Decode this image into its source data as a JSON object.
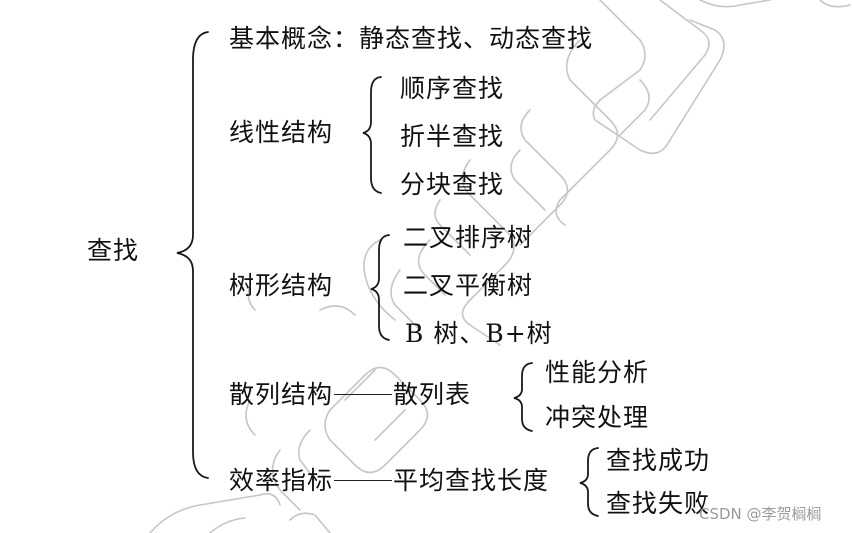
{
  "diagram": {
    "type": "brace-tree",
    "root": {
      "label": "查找",
      "children": [
        {
          "label": "基本概念：静态查找、动态查找"
        },
        {
          "label": "线性结构",
          "children": [
            {
              "label": "顺序查找"
            },
            {
              "label": "折半查找"
            },
            {
              "label": "分块查找"
            }
          ]
        },
        {
          "label": "树形结构",
          "children": [
            {
              "label": "二叉排序树"
            },
            {
              "label": "二叉平衡树"
            },
            {
              "label": "B 树、B+树"
            }
          ]
        },
        {
          "label": "散列结构",
          "connector": "——",
          "sub_label": "散列表",
          "children": [
            {
              "label": "性能分析"
            },
            {
              "label": "冲突处理"
            }
          ]
        },
        {
          "label": "效率指标",
          "connector": "——",
          "sub_label": "平均查找长度",
          "children": [
            {
              "label": "查找成功"
            },
            {
              "label": "查找失败"
            }
          ]
        }
      ]
    }
  },
  "watermark": {
    "text": "CSDN @李贺榈榈",
    "color": "#9a9a9a"
  },
  "colors": {
    "text": "#111111",
    "brace": "#1a1a1a",
    "background_watermark": "#c8c8c8"
  }
}
